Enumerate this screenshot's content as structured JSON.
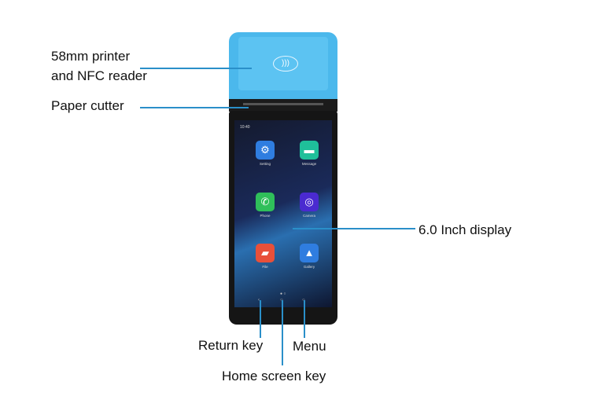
{
  "labels": {
    "printer_line1": "58mm printer",
    "printer_line2": "and NFC reader",
    "paper_cutter": "Paper cutter",
    "display": "6.0 Inch display",
    "return_key": "Return key",
    "menu": "Menu",
    "home_key": "Home screen key"
  },
  "screen": {
    "time": "10:40",
    "apps": [
      {
        "name": "Setting",
        "icon": "gear-icon",
        "color": "#2f7de0"
      },
      {
        "name": "Message",
        "icon": "message-icon",
        "color": "#1fbf9a"
      },
      {
        "name": "Phone",
        "icon": "phone-icon",
        "color": "#2fbf5a"
      },
      {
        "name": "Camera",
        "icon": "camera-icon",
        "color": "#4a2ad0"
      },
      {
        "name": "File",
        "icon": "folder-icon",
        "color": "#e8503a"
      },
      {
        "name": "Gallery",
        "icon": "gallery-icon",
        "color": "#2f7de0"
      }
    ]
  },
  "colors": {
    "accent_line": "#2a8fc9",
    "device_blue": "#4bb8ec"
  }
}
